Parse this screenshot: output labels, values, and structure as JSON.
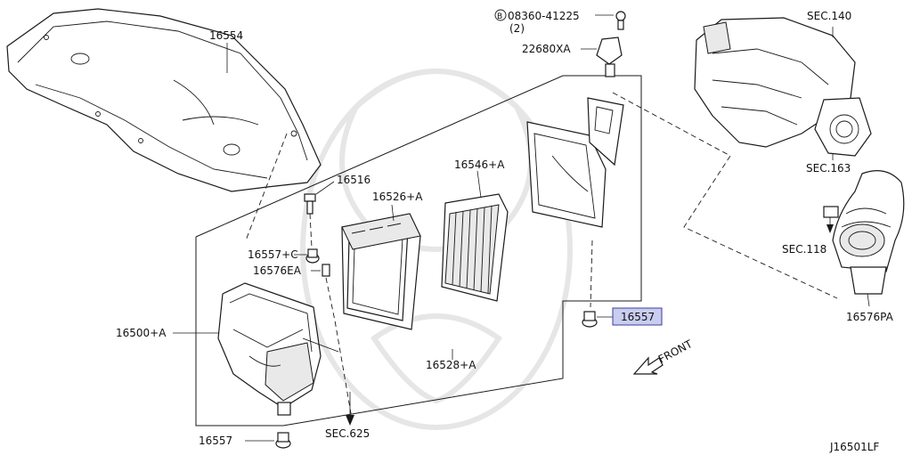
{
  "diagram": {
    "parts": {
      "bolt": "08360-41225",
      "bolt_circle_letter": "B",
      "bolt_qty": "(2)",
      "maf_sensor": "22680XA",
      "cover": "16554",
      "grommet_bolt": "16516",
      "element_upper": "16526+A",
      "filter": "16546+A",
      "housing_lower": "16500+A",
      "grommet_c": "16557+C",
      "grommet_ea": "16576EA",
      "clip_upper": "16528+A",
      "grommet_highlight": "16557",
      "grommet_bottom": "16557",
      "duct": "16576PA"
    },
    "sections": {
      "sec140": "SEC.140",
      "sec163": "SEC.163",
      "sec118": "SEC.118",
      "sec625": "SEC.625"
    },
    "front_label": "FRONT",
    "figure_code": "J16501LF",
    "colors": {
      "highlight_fill": "#c9cdf0",
      "highlight_stroke": "#3a3f9a",
      "line": "#1a1a1a"
    }
  }
}
